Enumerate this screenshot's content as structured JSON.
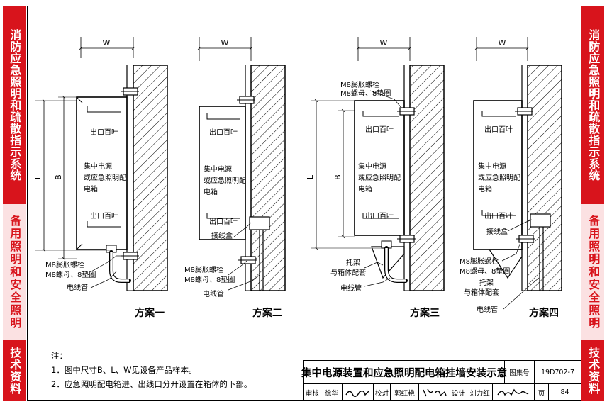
{
  "sidebar": {
    "sec1": "消防应急照明和疏散指示系统",
    "sec2": "备用照明和安全照明",
    "sec3": "技术资料"
  },
  "dims": {
    "W": "W",
    "B": "B",
    "L": "L"
  },
  "schemes": {
    "s1": "方案一",
    "s2": "方案二",
    "s3": "方案三",
    "s4": "方案四"
  },
  "labels": {
    "louver": "出口百叶",
    "box_line1": "集中电源",
    "box_line2": "或应急照明配",
    "box_line3": "电箱",
    "junction_box": "接线盒",
    "bolt": "M8膨胀螺栓",
    "nut": "M8螺母、8垫圈",
    "conduit": "电线管",
    "bracket": "托架",
    "bracket2": "与箱体配套"
  },
  "notes": {
    "heading": "注：",
    "n1": "1．图中尺寸B、L、W见设备产品样本。",
    "n2": "2．应急照明配电箱进、出线口分开设置在箱体的下部。"
  },
  "titleblock": {
    "title": "集中电源装置和应急照明配电箱挂墙安装示意",
    "atlas_label": "图集号",
    "atlas_no": "19D702-7",
    "page_label": "页",
    "page_no": "84",
    "review": "审核",
    "reviewer": "徐华",
    "check": "校对",
    "checker": "郭红艳",
    "design": "设计",
    "designer": "刘力红"
  }
}
